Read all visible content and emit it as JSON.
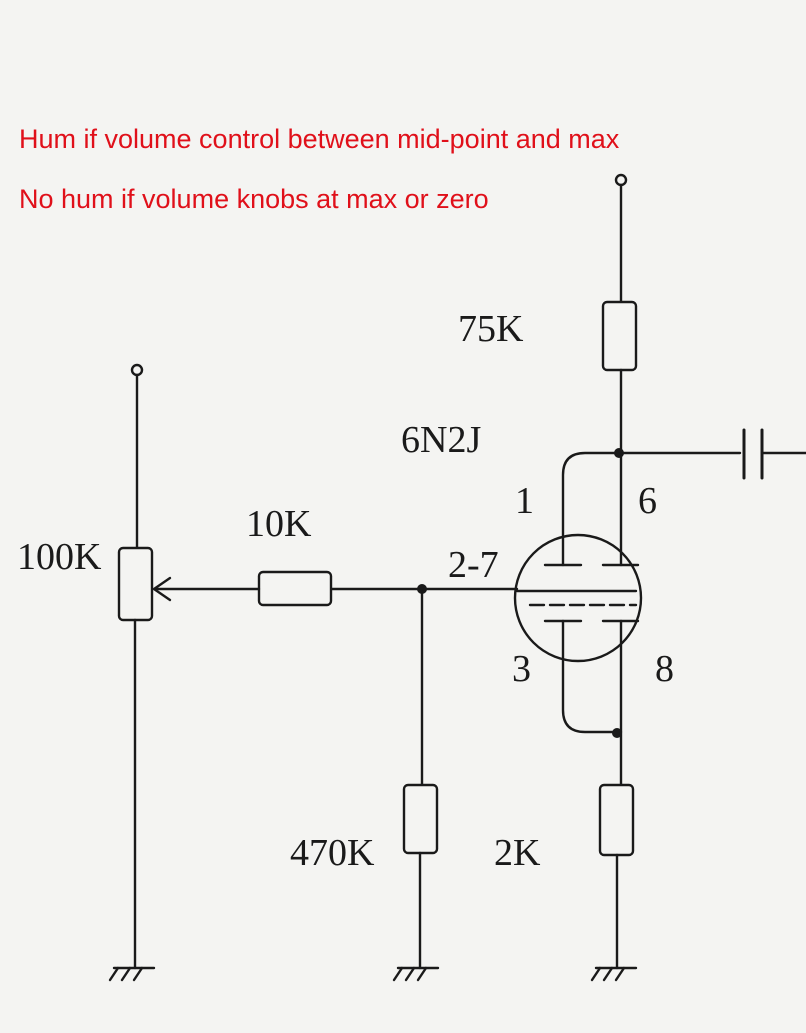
{
  "annotations": [
    {
      "text": "Hum if volume control between mid-point and max",
      "color": "#e0101a"
    },
    {
      "text": "No hum if volume knobs at max or zero",
      "color": "#e0101a"
    }
  ],
  "components": {
    "r_anode": "75K",
    "tube": "6N2J",
    "r_grid": "10K",
    "pot": "100K",
    "r_grid_leak": "470K",
    "r_cathode": "2K"
  },
  "tube_pins": {
    "pin1": "1",
    "pin6": "6",
    "pin27": "2-7",
    "pin3": "3",
    "pin8": "8"
  },
  "colors": {
    "ink": "#1a1a1a",
    "paper": "#f4f4f2",
    "annotation": "#e0101a"
  }
}
